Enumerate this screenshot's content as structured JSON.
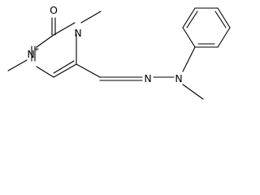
{
  "molecule": {
    "atoms": {
      "o1": "O",
      "n1": "N",
      "n2": "N",
      "n3": "N",
      "n4": "N"
    },
    "charges": {
      "n2": "+"
    }
  },
  "colors": {
    "bond": "#000000",
    "label": "#000000",
    "background": "#ffffff"
  }
}
